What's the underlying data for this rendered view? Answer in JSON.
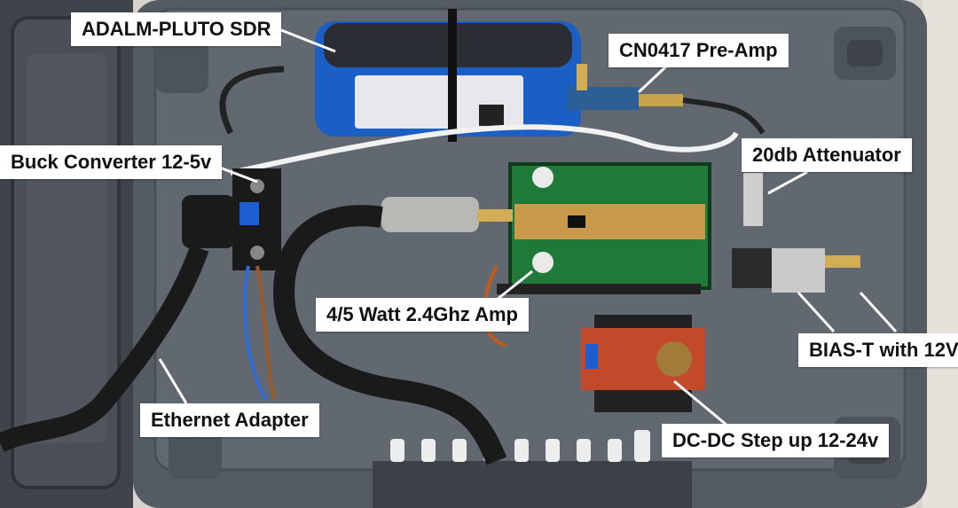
{
  "labels": {
    "pluto": "ADALM-PLUTO SDR",
    "cn0417": "CN0417 Pre-Amp",
    "buck": "Buck Converter 12-5v",
    "attenuator": "20db Attenuator",
    "amp": "4/5 Watt 2.4Ghz Amp",
    "biast": "BIAS-T with 12V",
    "ethernet": "Ethernet Adapter",
    "dcdc": "DC-DC Step up 12-24v"
  },
  "colors": {
    "enclosure": "#5f6670",
    "enclosure_dark": "#454b53",
    "pcb_green": "#1f7a3a",
    "pluto_blue": "#1c5fc4",
    "label_bg": "#ffffff"
  }
}
